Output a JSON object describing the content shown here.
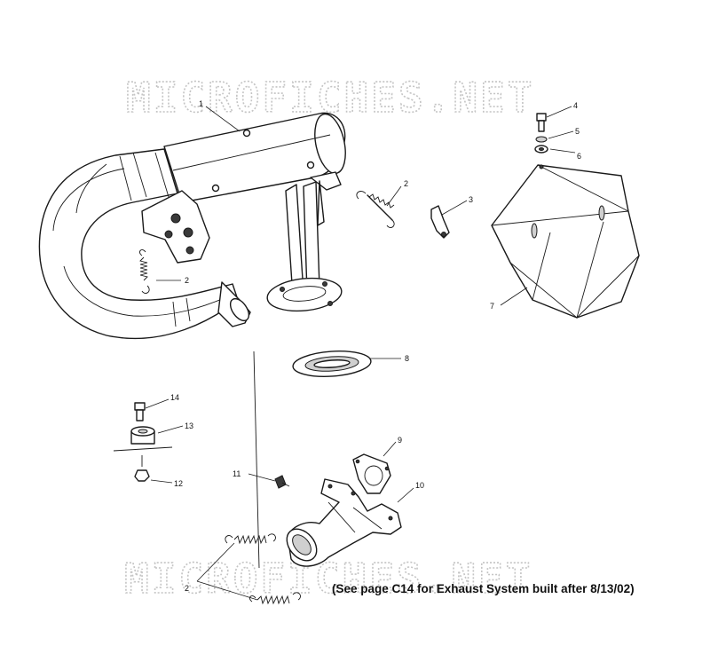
{
  "watermark": "MICROFICHES.NET",
  "note": "(See page C14 for Exhaust System built after 8/13/02)",
  "callouts": {
    "c1": "1",
    "c2a": "2",
    "c2b": "2",
    "c2c": "2",
    "c3": "3",
    "c4": "4",
    "c5": "5",
    "c6": "6",
    "c7": "7",
    "c8": "8",
    "c9": "9",
    "c10": "10",
    "c11": "11",
    "c12": "12",
    "c13": "13",
    "c14": "14"
  }
}
